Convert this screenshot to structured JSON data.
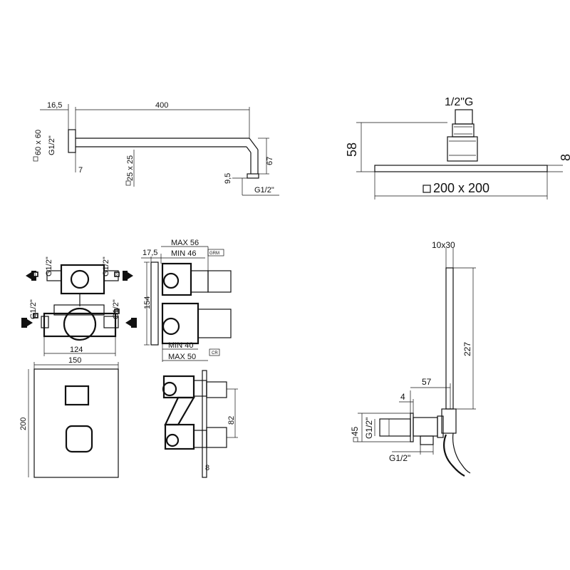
{
  "views": {
    "shower_arm": {
      "dim_16_5": "16,5",
      "dim_400": "400",
      "dim_60x60": "60 x 60",
      "dim_g12_left": "G1/2\"",
      "dim_7": "7",
      "dim_25x25": "25 x 25",
      "dim_9_5": "9,5",
      "dim_67": "67",
      "dim_g12_outlet": "G1/2\""
    },
    "shower_head": {
      "dim_thread": "1/2\"G",
      "dim_58": "58",
      "dim_8": "8",
      "dim_size": "200 x 200"
    },
    "valve_body": {
      "g12_tl": "G1/2\"",
      "g12_tr": "G1/2\"",
      "g12_bl": "G1/2\"",
      "g12_br": "G1/2\"",
      "port_1": "1",
      "port_2": "2",
      "port_c": "C",
      "port_f": "F",
      "dim_124": "124"
    },
    "valve_side": {
      "dim_17_5": "17,5",
      "max_56": "MAX 56",
      "min_46": "MIN 46",
      "grm_tag": "GRM",
      "dim_154": "154",
      "min_40": "MIN 40",
      "max_50": "MAX 50",
      "cr_tag": "CR"
    },
    "plate": {
      "dim_150": "150",
      "dim_200": "200"
    },
    "plate_side": {
      "dim_82": "82",
      "dim_8": "8"
    },
    "hand_shower": {
      "dim_10x30": "10x30",
      "dim_227": "227",
      "dim_57": "57",
      "dim_4": "4",
      "dim_45": "45",
      "g12_side": "G1/2\"",
      "g12_bottom": "G1/2\""
    }
  }
}
